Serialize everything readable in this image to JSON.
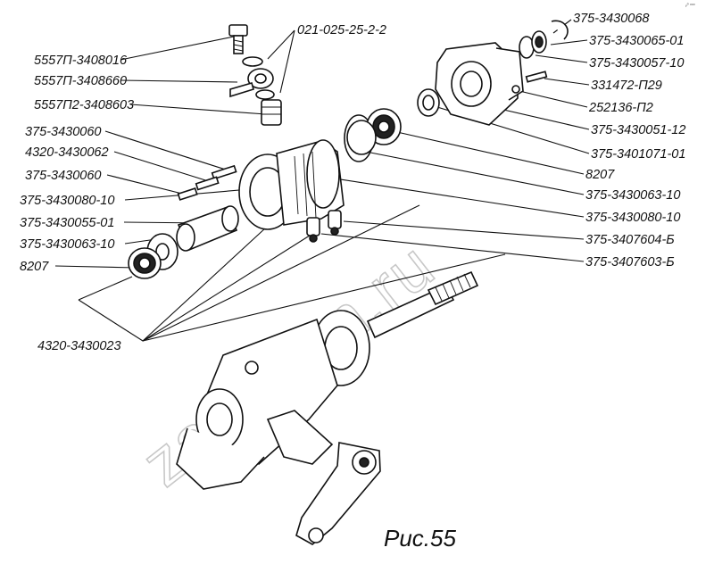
{
  "figure": {
    "caption": "Рис.55",
    "watermark": "zap-kam.ru",
    "corner_mark": "ᵧ⁰ ᵒᵒᵒ"
  },
  "labels": {
    "l_021": "021-025-25-2-2",
    "l_5557_3408016": "5557П-3408016",
    "l_5557_3408660": "5557П-3408660",
    "l_5557_3408603": "5557П2-3408603",
    "l_375_3430060_a": "375-3430060",
    "l_4320_3430062": "4320-3430062",
    "l_375_3430060_b": "375-3430060",
    "l_375_3430080_10_l": "375-3430080-10",
    "l_375_3430055_01": "375-3430055-01",
    "l_375_3430063_10_l": "375-3430063-10",
    "l_8207_l": "8207",
    "l_4320_3430023": "4320-3430023",
    "l_375_3430068": "375-3430068",
    "l_375_3430065_01": "375-3430065-01",
    "l_375_3430057_10": "375-3430057-10",
    "l_331472": "331472-П29",
    "l_252136": "252136-П2",
    "l_375_3430051_12": "375-3430051-12",
    "l_375_3401071_01": "375-3401071-01",
    "l_8207_r": "8207",
    "l_375_3430063_10_r": "375-3430063-10",
    "l_375_3430080_10_r": "375-3430080-10",
    "l_375_3407604": "375-3407604-Б",
    "l_375_3407603": "375-3407603-Б"
  }
}
